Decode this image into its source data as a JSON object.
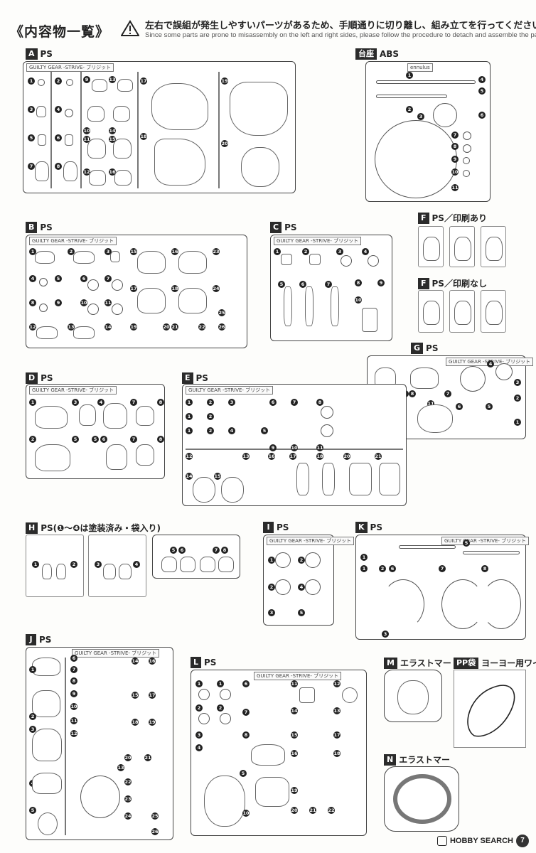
{
  "header": {
    "title": "《内容物一覧》",
    "warning_jp": "左右で誤組が発生しやすいパーツがあるため、手順通りに切り離し、組み立てを行ってください。",
    "warning_en": "Since some parts are prone to misassembly on the left and right sides, please follow the procedure to detach and assemble the parts."
  },
  "runner_tag": "GUILTY GEAR -STRIVE- ブリジット",
  "base_tag": "ennulus",
  "sections": {
    "A": {
      "letter": "A",
      "label": "PS"
    },
    "base": {
      "letter": "台座",
      "label": "ABS"
    },
    "B": {
      "letter": "B",
      "label": "PS"
    },
    "C": {
      "letter": "C",
      "label": "PS"
    },
    "F1": {
      "letter": "F",
      "label": "PS／印刷あり"
    },
    "F2": {
      "letter": "F",
      "label": "PS／印刷なし"
    },
    "G": {
      "letter": "G",
      "label": "PS"
    },
    "D": {
      "letter": "D",
      "label": "PS"
    },
    "E": {
      "letter": "E",
      "label": "PS"
    },
    "H": {
      "letter": "H",
      "label": "PS(❶～❹は塗装済み・袋入り)"
    },
    "I": {
      "letter": "I",
      "label": "PS"
    },
    "K": {
      "letter": "K",
      "label": "PS"
    },
    "J": {
      "letter": "J",
      "label": "PS"
    },
    "L": {
      "letter": "L",
      "label": "PS"
    },
    "M": {
      "letter": "M",
      "label": "エラストマー"
    },
    "PP": {
      "letter": "PP袋",
      "label": "ヨーヨー用ワイヤー"
    },
    "N": {
      "letter": "N",
      "label": "エラストマー"
    }
  },
  "footer": {
    "brand": "HOBBY SEARCH",
    "page": "7"
  }
}
